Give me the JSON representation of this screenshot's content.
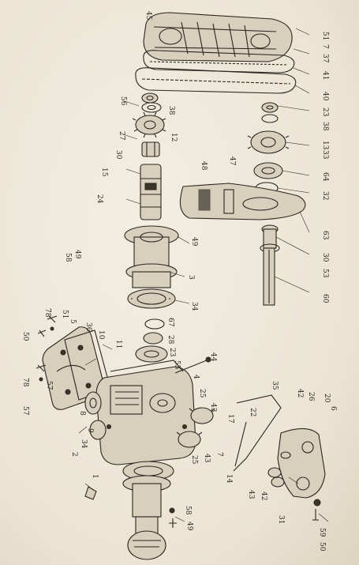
{
  "diagram": {
    "callouts": [
      {
        "id": "45",
        "text": "45"
      },
      {
        "id": "51a",
        "text": "51"
      },
      {
        "id": "7a",
        "text": "7"
      },
      {
        "id": "37",
        "text": "37"
      },
      {
        "id": "41",
        "text": "41"
      },
      {
        "id": "40",
        "text": "40"
      },
      {
        "id": "56",
        "text": "56"
      },
      {
        "id": "38a",
        "text": "38"
      },
      {
        "id": "23a",
        "text": "23"
      },
      {
        "id": "38b",
        "text": "38"
      },
      {
        "id": "12",
        "text": "12"
      },
      {
        "id": "27",
        "text": "27"
      },
      {
        "id": "13",
        "text": "13"
      },
      {
        "id": "33",
        "text": "33"
      },
      {
        "id": "30a",
        "text": "30"
      },
      {
        "id": "15",
        "text": "15"
      },
      {
        "id": "48",
        "text": "48"
      },
      {
        "id": "47",
        "text": "47"
      },
      {
        "id": "64",
        "text": "64"
      },
      {
        "id": "32",
        "text": "32"
      },
      {
        "id": "24",
        "text": "24"
      },
      {
        "id": "63",
        "text": "63"
      },
      {
        "id": "49a",
        "text": "49"
      },
      {
        "id": "30b",
        "text": "30"
      },
      {
        "id": "53",
        "text": "53"
      },
      {
        "id": "58a",
        "text": "58"
      },
      {
        "id": "49b",
        "text": "49"
      },
      {
        "id": "3",
        "text": "3"
      },
      {
        "id": "60",
        "text": "60"
      },
      {
        "id": "34a",
        "text": "34"
      },
      {
        "id": "78a",
        "text": "78"
      },
      {
        "id": "51b",
        "text": "51"
      },
      {
        "id": "67",
        "text": "67"
      },
      {
        "id": "28",
        "text": "28"
      },
      {
        "id": "50a",
        "text": "50"
      },
      {
        "id": "5",
        "text": "5"
      },
      {
        "id": "36",
        "text": "36"
      },
      {
        "id": "23b",
        "text": "23"
      },
      {
        "id": "10",
        "text": "10"
      },
      {
        "id": "11",
        "text": "11"
      },
      {
        "id": "55",
        "text": "55"
      },
      {
        "id": "44",
        "text": "44"
      },
      {
        "id": "4",
        "text": "4"
      },
      {
        "id": "35",
        "text": "35"
      },
      {
        "id": "57a",
        "text": "57"
      },
      {
        "id": "78b",
        "text": "78"
      },
      {
        "id": "8",
        "text": "8"
      },
      {
        "id": "25a",
        "text": "25"
      },
      {
        "id": "43a",
        "text": "43"
      },
      {
        "id": "42a",
        "text": "42"
      },
      {
        "id": "26",
        "text": "26"
      },
      {
        "id": "20",
        "text": "20"
      },
      {
        "id": "57b",
        "text": "57"
      },
      {
        "id": "9",
        "text": "9"
      },
      {
        "id": "17",
        "text": "17"
      },
      {
        "id": "22",
        "text": "22"
      },
      {
        "id": "6",
        "text": "6"
      },
      {
        "id": "34b",
        "text": "34"
      },
      {
        "id": "2",
        "text": "2"
      },
      {
        "id": "25b",
        "text": "25"
      },
      {
        "id": "43b",
        "text": "43"
      },
      {
        "id": "7b",
        "text": "7"
      },
      {
        "id": "14",
        "text": "14"
      },
      {
        "id": "43c",
        "text": "43"
      },
      {
        "id": "42b",
        "text": "42"
      },
      {
        "id": "1",
        "text": "1"
      },
      {
        "id": "58b",
        "text": "58"
      },
      {
        "id": "49c",
        "text": "49"
      },
      {
        "id": "31",
        "text": "31"
      },
      {
        "id": "59",
        "text": "59"
      },
      {
        "id": "50b",
        "text": "50"
      }
    ]
  }
}
